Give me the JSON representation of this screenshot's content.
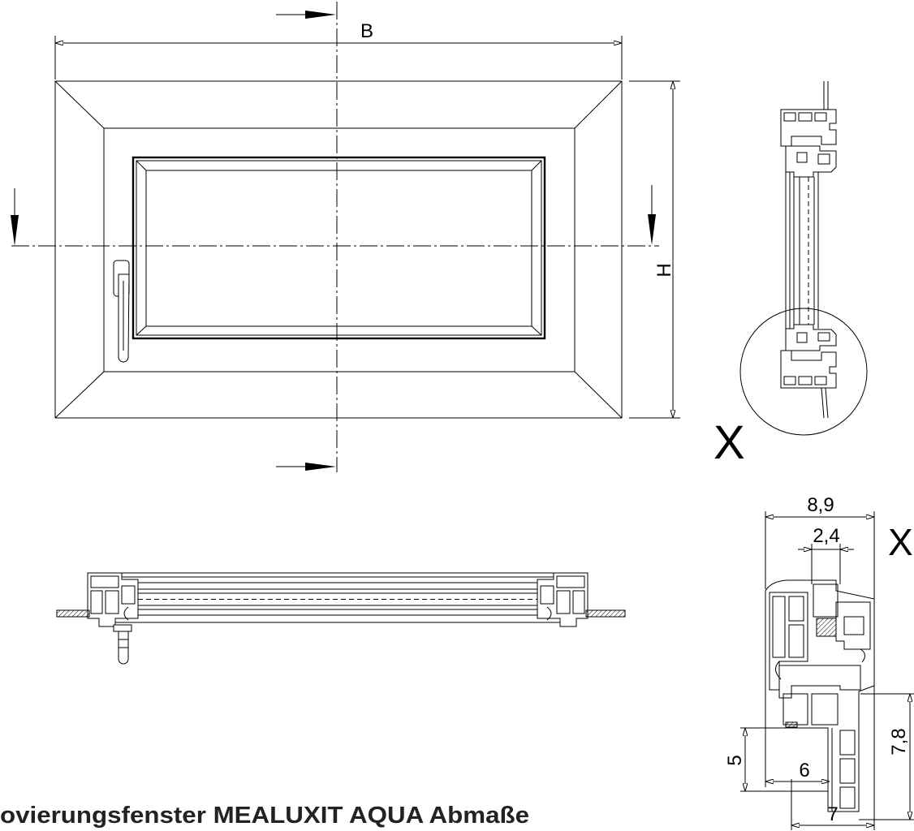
{
  "front_view": {
    "width_label": "B",
    "height_label": "H"
  },
  "vertical_section": {
    "detail_marker": "X"
  },
  "detail_x": {
    "marker": "X",
    "dimensions": {
      "overall_depth": "8,9",
      "rebate_width": "2,4",
      "left_height": "5",
      "inner_width": "6",
      "right_height": "7,8",
      "bottom_width": "7"
    }
  },
  "caption": "ovierungsfenster MEALUXIT AQUA Abmaße",
  "colors": {
    "line": "#000000",
    "background": "#ffffff",
    "caption_text": "#222222"
  }
}
